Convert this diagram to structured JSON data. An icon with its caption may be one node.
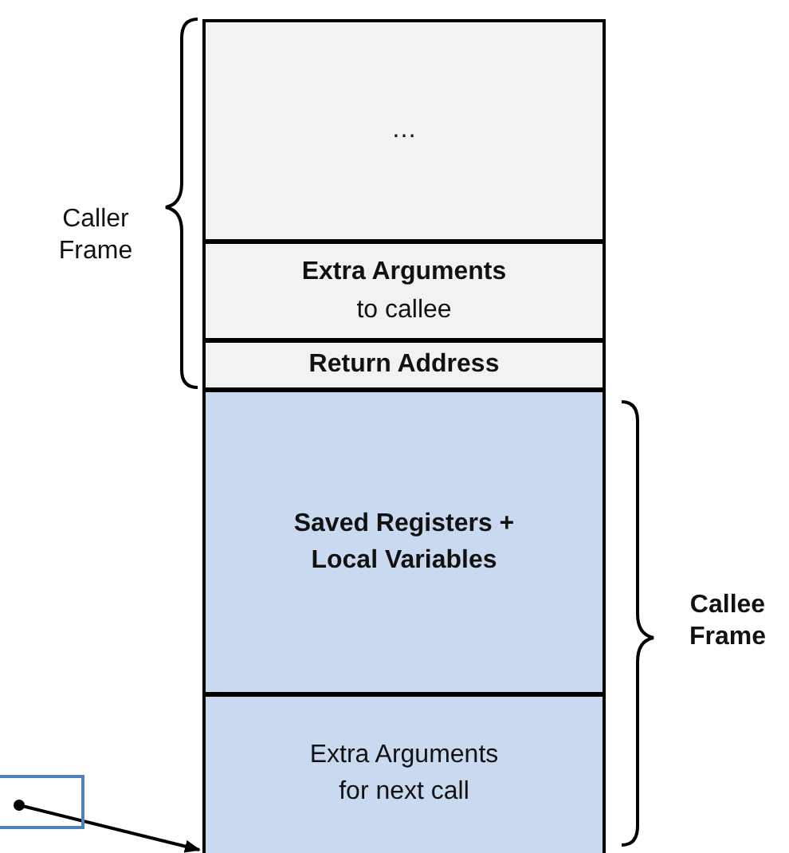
{
  "diagram": {
    "nodes": [
      {
        "text": [
          "…"
        ]
      },
      {
        "text": [
          "Extra Arguments",
          "to callee"
        ]
      },
      {
        "text": [
          "Return Address"
        ]
      },
      {
        "text": [
          "Saved Registers + Local Variables"
        ]
      },
      {
        "text": [
          "Extra Arguments for next call"
        ]
      },
      {
        "text": [],
        "shape": "box"
      }
    ],
    "edges": [
      {
        "from": 5,
        "to": 4,
        "arrow": "to"
      }
    ],
    "labels": [
      "Caller Frame",
      "Callee Frame"
    ]
  }
}
